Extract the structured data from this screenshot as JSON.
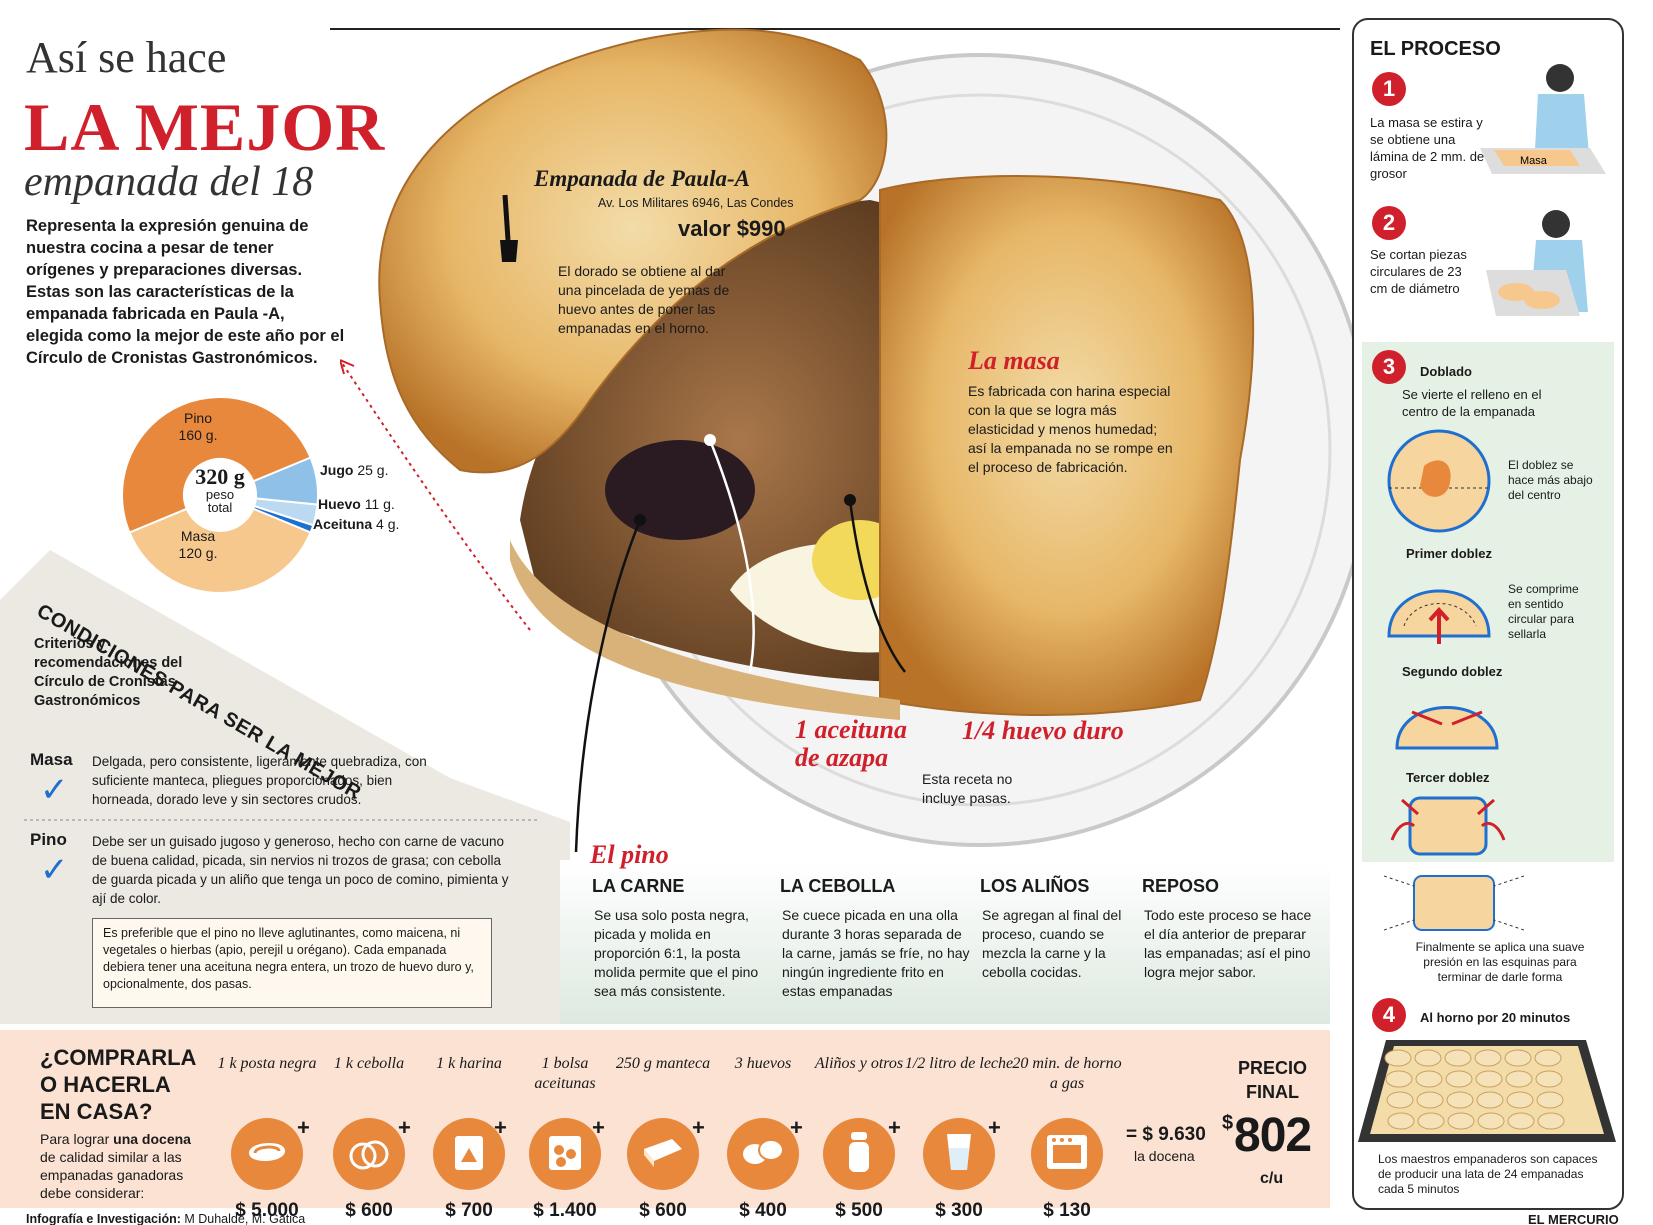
{
  "header": {
    "line1": "Así se hace",
    "line2": "LA MEJOR",
    "line3": "empanada del 18",
    "intro": "Representa la expresión genuina de nuestra cocina a pesar de tener orígenes y preparaciones diversas. Estas son las características de la empanada fabricada en Paula -A, elegida como la mejor de este año por el Círculo de Cronistas Gastronómicos."
  },
  "donut": {
    "center_value": "320 g",
    "center_label1": "peso",
    "center_label2": "total",
    "segments": [
      {
        "name": "Pino",
        "value": "160 g.",
        "grams": 160,
        "color": "#e8883d"
      },
      {
        "name": "Jugo",
        "value": "25 g.",
        "grams": 25,
        "color": "#8ec0e8"
      },
      {
        "name": "Huevo",
        "value": "11 g.",
        "grams": 11,
        "color": "#bcd9f2"
      },
      {
        "name": "Aceituna",
        "value": "4 g.",
        "grams": 4,
        "color": "#1f6fd0"
      },
      {
        "name": "Masa",
        "value": "120 g.",
        "grams": 120,
        "color": "#f6c88e"
      }
    ]
  },
  "conditions": {
    "title": "CONDICIONES PARA SER LA MEJOR",
    "criteria": "Criterios y recomendaciones del Círculo de Cronistas Gastronómicos",
    "masa_label": "Masa",
    "masa_text": "Delgada, pero consistente, ligeramente quebradiza, con suficiente manteca, pliegues proporcionados, bien horneada, dorado leve y sin sectores crudos.",
    "pino_label": "Pino",
    "pino_text": "Debe ser un guisado jugoso y generoso, hecho con carne de vacuno de buena calidad, picada, sin nervios ni trozos de grasa; con cebolla de guarda picada y un aliño que tenga un poco de comino, pimienta y ají de color.",
    "note": "Es preferible que el pino no lleve aglutinantes, como maicena, ni vegetales o hierbas (apio, perejil u orégano). Cada empanada debiera tener una aceituna negra entera, un trozo de huevo duro y, opcionalmente, dos pasas."
  },
  "photo": {
    "shop_title": "Empanada de Paula-A",
    "shop_address": "Av. Los Militares 6946, Las Condes",
    "price": "valor $990",
    "dorado": "El dorado se obtiene al dar una pincelada de yemas de huevo antes de poner las empanadas en el horno.",
    "masa_title": "La masa",
    "masa_text": "Es fabricada con harina especial con la que se logra más elasticidad y menos humedad; así la empanada no se rompe en el proceso de fabricación.",
    "aceituna1": "1 aceituna",
    "aceituna2": "de azapa",
    "huevo": "1/4 huevo duro",
    "receta": "Esta receta no incluye pasas."
  },
  "pino": {
    "title": "El pino",
    "cols": [
      {
        "head": "LA CARNE",
        "text": "Se usa solo posta negra, picada y molida en proporción 6:1, la posta molida permite que el pino sea más consistente."
      },
      {
        "head": "LA CEBOLLA",
        "text": "Se cuece picada en una olla durante 3 horas separada de la carne, jamás se fríe, no hay ningún ingrediente frito en estas empanadas"
      },
      {
        "head": "LOS ALIÑOS",
        "text": "Se agregan al final del proceso, cuando se mezcla la carne y la cebolla cocidas."
      },
      {
        "head": "REPOSO",
        "text": "Todo este proceso se hace el día anterior de preparar las empanadas; así el pino logra mejor sabor."
      }
    ]
  },
  "process": {
    "title": "EL PROCESO",
    "step1": "La masa se estira y se obtiene una lámina de 2 mm. de grosor",
    "step1_tag": "Masa",
    "step2": "Se cortan piezas circulares de 23 cm de diámetro",
    "step3_head": "Doblado",
    "step3_text": "Se vierte el relleno en el centro de la empanada",
    "step3_side": "El doblez se hace más abajo del centro",
    "primer": "Primer doblez",
    "primer_side": "Se comprime en sentido circular para sellarla",
    "segundo": "Segundo doblez",
    "tercer": "Tercer doblez",
    "final": "Finalmente se aplica una suave presión en las esquinas para terminar de darle forma",
    "step4": "Al horno por 20 minutos",
    "step4_text": "Los maestros empanaderos son capaces de producir una lata de 24 empanadas cada 5 minutos"
  },
  "buy": {
    "title1": "¿COMPRARLA",
    "title2": "O HACERLA",
    "title3": "EN CASA?",
    "sub_pre": "Para lograr ",
    "sub_bold": "una docena",
    "sub_post": " de calidad similar a las empanadas ganadoras debe considerar:",
    "items": [
      {
        "label": "1 k posta negra",
        "price": "$ 5.000",
        "icon": "meat-icon"
      },
      {
        "label": "1 k cebolla",
        "price": "$ 600",
        "icon": "onion-icon"
      },
      {
        "label": "1 k harina",
        "price": "$ 700",
        "icon": "flour-icon"
      },
      {
        "label": "1 bolsa aceitunas",
        "price": "$ 1.400",
        "icon": "olives-icon"
      },
      {
        "label": "250 g manteca",
        "price": "$ 600",
        "icon": "butter-icon"
      },
      {
        "label": "3 huevos",
        "price": "$ 400",
        "icon": "eggs-icon"
      },
      {
        "label": "Aliños y otros",
        "price": "$ 500",
        "icon": "spice-icon"
      },
      {
        "label": "1/2 litro de leche",
        "price": "$ 300",
        "icon": "milk-icon"
      },
      {
        "label": "20 min. de horno a gas",
        "price": "$ 130",
        "icon": "oven-icon"
      }
    ],
    "total": "= $ 9.630",
    "total_sub": "la docena",
    "final_label1": "PRECIO",
    "final_label2": "FINAL",
    "final_currency": "$",
    "final_value": "802",
    "final_unit": "c/u"
  },
  "footer": {
    "credit_bold": "Infografía e Investigación:",
    "credit": " M Duhalde, M. Gatica",
    "brand": "EL MERCURIO"
  }
}
